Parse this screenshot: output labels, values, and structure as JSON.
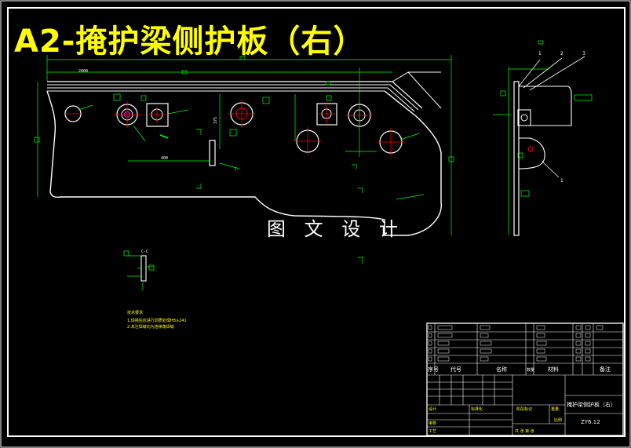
{
  "drawing": {
    "title": "A2-掩护梁侧护板（右）",
    "watermark": "图 文 设 计",
    "part_labels": [
      "1",
      "2",
      "3"
    ],
    "tech_notes": {
      "heading": "技术要求",
      "line1": "1.焊接后应进行调质处理HB≥241",
      "line2": "2.未注焊缝均为连续角焊缝"
    },
    "dims": {
      "overall": "2000",
      "height": "375",
      "spacing": "400",
      "section": "C-C"
    }
  },
  "title_block": {
    "col_headers": [
      "序号",
      "代号",
      "名称",
      "数量",
      "材料",
      "备注"
    ],
    "part_name": "掩护梁侧护板（右）",
    "drawing_no": "ZY6.12",
    "label_design": "设计",
    "label_check": "审核",
    "label_process": "工艺",
    "label_std": "标准化",
    "label_stage": "阶段标记",
    "label_weight": "重量",
    "label_scale": "比例",
    "label_sheet": "共 张 第 张"
  },
  "colors": {
    "outline": "#ffffff",
    "dimension": "#00ff00",
    "centerline": "#ff0000",
    "title": "#ffff00",
    "accent": "#ff00ff"
  }
}
